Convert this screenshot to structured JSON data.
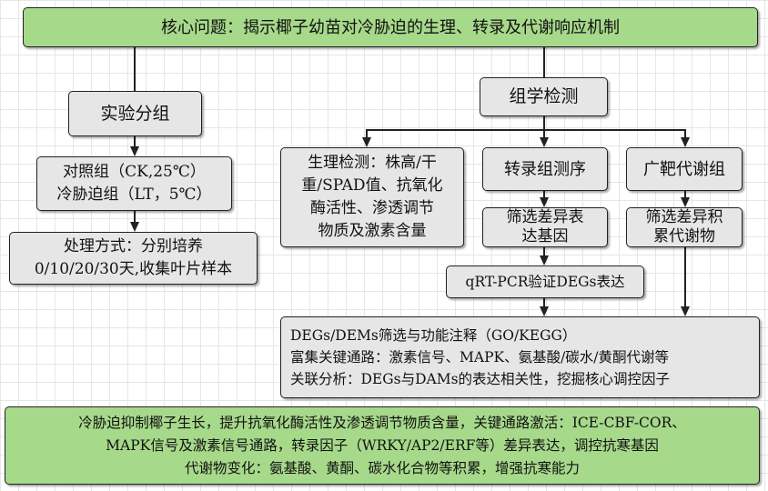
{
  "title": "核心问题：揭示椰子幼苗对冷胁迫的生理、转录及代谢响应机制",
  "experiment": {
    "label": "实验分组",
    "groups": [
      "对照组（CK,25℃）",
      "冷胁迫组（LT，5℃）"
    ],
    "treatment": [
      "处理方式：分别培养",
      "0/10/20/30天,收集叶片样本"
    ]
  },
  "omics": {
    "label": "组学检测",
    "physiology": [
      "生理检测：株高/干",
      "重/SPAD值、抗氧化",
      "酶活性、渗透调节",
      "物质及激素含量"
    ],
    "transcriptome": "转录组测序",
    "deg": [
      "筛选差异表",
      "达基因"
    ],
    "metabolome": "广靶代谢组",
    "dam": [
      "筛选差异积",
      "累代谢物"
    ],
    "qrt": "qRT-PCR验证DEGs表达",
    "analysis": [
      "DEGs/DEMs筛选与功能注释（GO/KEGG）",
      "富集关键通路：激素信号、MAPK、氨基酸/碳水/黄酮代谢等",
      "关联分析：DEGs与DAMs的表达相关性，挖掘核心调控因子"
    ]
  },
  "conclusion": [
    "冷胁迫抑制椰子生长，提升抗氧化酶活性及渗透调节物质含量，关键通路激活：ICE-CBF-COR、",
    "MAPK信号及激素信号通路，转录因子（WRKY/AP2/ERF等）差异表达，调控抗寒基因",
    "代谢物变化：氨基酸、黄酮、碳水化合物等积累，增强抗寒能力"
  ]
}
